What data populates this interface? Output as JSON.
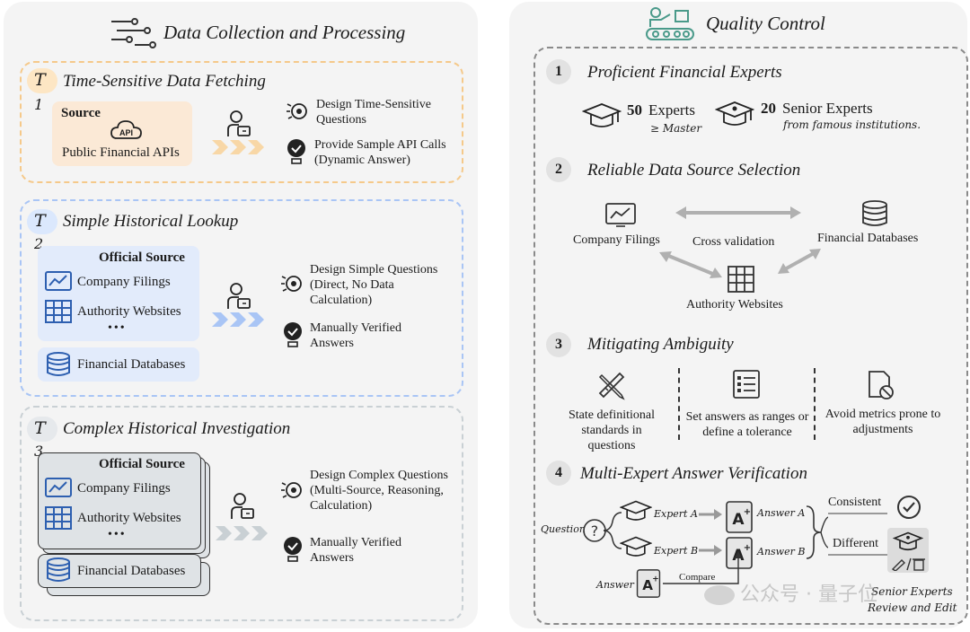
{
  "left": {
    "title": "Data Collection and Processing",
    "t1": {
      "tier_letter": "T",
      "tier_num": "1",
      "title": "Time-Sensitive Data Fetching",
      "source_label": "Source",
      "api_label": "API",
      "source_name": "Public Financial APIs",
      "action1": "Design Time-Sensitive Questions",
      "action2": "Provide Sample API Calls (Dynamic Answer)",
      "color": "#f5c98a"
    },
    "t2": {
      "tier_letter": "T",
      "tier_num": "2",
      "title": "Simple Historical Lookup",
      "official": "Official Source",
      "items": [
        "Company Filings",
        "Authority Websites"
      ],
      "ellipsis": "•••",
      "db": "Financial Databases",
      "action1": "Design Simple Questions (Direct, No Data Calculation)",
      "action2": "Manually Verified Answers",
      "color": "#a9c5f5"
    },
    "t3": {
      "tier_letter": "T",
      "tier_num": "3",
      "title": "Complex Historical Investigation",
      "official": "Official Source",
      "items": [
        "Company Filings",
        "Authority Websites"
      ],
      "ellipsis": "•••",
      "db": "Financial Databases",
      "action1": "Design Complex Questions (Multi-Source, Reasoning, Calculation)",
      "action2": "Manually Verified Answers",
      "color": "#c9d0d4"
    }
  },
  "right": {
    "title": "Quality Control",
    "s1": {
      "num": "1",
      "title": "Proficient Financial Experts",
      "experts_count": "50",
      "experts_label": "Experts",
      "experts_sub": "≥ Master",
      "senior_count": "20",
      "senior_label": "Senior Experts",
      "senior_sub": "from famous institutions."
    },
    "s2": {
      "num": "2",
      "title": "Reliable Data Source Selection",
      "company": "Company Filings",
      "cross": "Cross validation",
      "databases": "Financial Databases",
      "authority": "Authority Websites"
    },
    "s3": {
      "num": "3",
      "title": "Mitigating Ambiguity",
      "c1": "State definitional standards in questions",
      "c2": "Set answers as ranges or define a tolerance",
      "c3": "Avoid metrics prone to adjustments"
    },
    "s4": {
      "num": "4",
      "title": "Multi-Expert Answer Verification",
      "question": "Question",
      "expert_a": "Expert A",
      "expert_b": "Expert B",
      "answer_a": "Answer A",
      "answer_b": "Answer B",
      "answer": "Answer",
      "compare": "Compare",
      "consistent": "Consistent",
      "different": "Different",
      "senior": "Senior Experts",
      "review": "Review and Edit"
    }
  },
  "watermark": "公众号 · 量子位"
}
